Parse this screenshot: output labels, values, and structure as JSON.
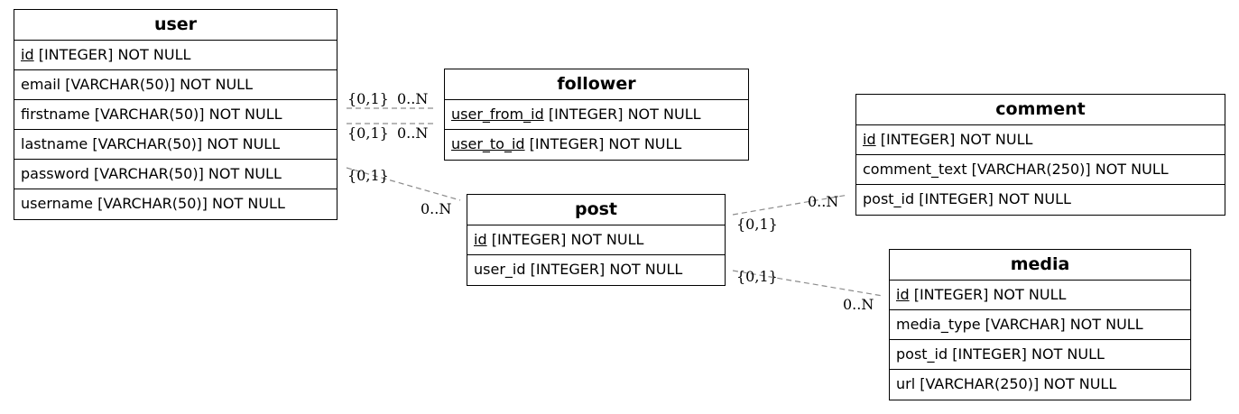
{
  "entities": {
    "user": {
      "title": "user",
      "attrs": [
        {
          "name": "id",
          "type": " [INTEGER] NOT NULL"
        },
        {
          "name": "email",
          "type": " [VARCHAR(50)] NOT NULL"
        },
        {
          "name": "firstname",
          "type": " [VARCHAR(50)] NOT NULL"
        },
        {
          "name": "lastname",
          "type": " [VARCHAR(50)] NOT NULL"
        },
        {
          "name": "password",
          "type": " [VARCHAR(50)] NOT NULL"
        },
        {
          "name": "username",
          "type": " [VARCHAR(50)] NOT NULL"
        }
      ]
    },
    "follower": {
      "title": "follower",
      "attrs": [
        {
          "name": "user_from_id",
          "type": " [INTEGER] NOT NULL"
        },
        {
          "name": "user_to_id",
          "type": " [INTEGER] NOT NULL"
        }
      ]
    },
    "comment": {
      "title": "comment",
      "attrs": [
        {
          "name": "id",
          "type": " [INTEGER] NOT NULL"
        },
        {
          "name": "comment_text",
          "type": " [VARCHAR(250)] NOT NULL"
        },
        {
          "name": "post_id",
          "type": " [INTEGER] NOT NULL"
        }
      ]
    },
    "post": {
      "title": "post",
      "attrs": [
        {
          "name": "id",
          "type": " [INTEGER] NOT NULL"
        },
        {
          "name": "user_id",
          "type": " [INTEGER] NOT NULL"
        }
      ]
    },
    "media": {
      "title": "media",
      "attrs": [
        {
          "name": "id",
          "type": " [INTEGER] NOT NULL"
        },
        {
          "name": "media_type",
          "type": " [VARCHAR] NOT NULL"
        },
        {
          "name": "post_id",
          "type": " [INTEGER] NOT NULL"
        },
        {
          "name": "url",
          "type": " [VARCHAR(250)] NOT NULL"
        }
      ]
    }
  },
  "relationships": {
    "user_follower_from": {
      "one": "{0,1}",
      "many": "0..N"
    },
    "user_follower_to": {
      "one": "{0,1}",
      "many": "0..N"
    },
    "user_post": {
      "one": "{0,1}",
      "many": "0..N"
    },
    "post_comment": {
      "one": "{0,1}",
      "many": "0..N"
    },
    "post_media": {
      "one": "{0,1}",
      "many": "0..N"
    }
  }
}
